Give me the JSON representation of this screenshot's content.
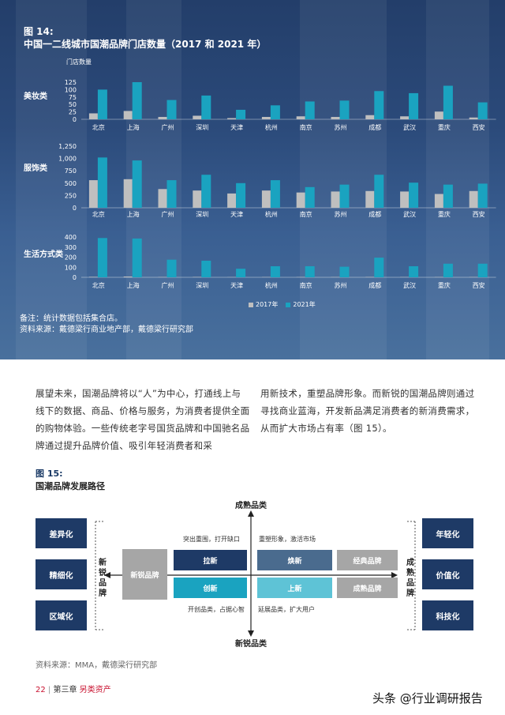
{
  "figure14": {
    "number": "图 14:",
    "title": "中国一二线城市国潮品牌门店数量（2017 和 2021 年）",
    "unit": "门店数量",
    "legend": [
      "2017年",
      "2021年"
    ],
    "note": "备注：统计数据包括集合店。",
    "source": "资料来源：戴德梁行商业地产部，戴德梁行研究部"
  },
  "chart_data": [
    {
      "type": "bar",
      "title": "美妆类",
      "ylabel": "门店数量",
      "ylim": [
        0,
        125
      ],
      "yticks": [
        "0",
        "25",
        "50",
        "75",
        "100",
        "125"
      ],
      "categories": [
        "北京",
        "上海",
        "广州",
        "深圳",
        "天津",
        "杭州",
        "南京",
        "苏州",
        "成都",
        "武汉",
        "重庆",
        "西安"
      ],
      "series": [
        {
          "name": "2017年",
          "values": [
            20,
            28,
            8,
            12,
            4,
            8,
            10,
            8,
            14,
            10,
            26,
            6
          ]
        },
        {
          "name": "2021年",
          "values": [
            100,
            125,
            65,
            80,
            32,
            47,
            60,
            63,
            95,
            88,
            113,
            57
          ]
        }
      ]
    },
    {
      "type": "bar",
      "title": "服饰类",
      "ylim": [
        0,
        1250
      ],
      "yticks": [
        "0",
        "250",
        "500",
        "750",
        "1,000",
        "1,250"
      ],
      "categories": [
        "北京",
        "上海",
        "广州",
        "深圳",
        "天津",
        "杭州",
        "南京",
        "苏州",
        "成都",
        "武汉",
        "重庆",
        "西安"
      ],
      "series": [
        {
          "name": "2017年",
          "values": [
            560,
            580,
            380,
            350,
            290,
            350,
            310,
            330,
            340,
            330,
            280,
            340
          ]
        },
        {
          "name": "2021年",
          "values": [
            1020,
            960,
            560,
            670,
            500,
            560,
            420,
            470,
            670,
            510,
            470,
            490
          ]
        }
      ]
    },
    {
      "type": "bar",
      "title": "生活方式类",
      "ylim": [
        0,
        400
      ],
      "yticks": [
        "0",
        "100",
        "200",
        "300",
        "400"
      ],
      "categories": [
        "北京",
        "上海",
        "广州",
        "深圳",
        "天津",
        "杭州",
        "南京",
        "苏州",
        "成都",
        "武汉",
        "重庆",
        "西安"
      ],
      "series": [
        {
          "name": "2017年",
          "values": [
            5,
            8,
            3,
            4,
            2,
            3,
            3,
            3,
            4,
            3,
            3,
            3
          ]
        },
        {
          "name": "2021年",
          "values": [
            390,
            385,
            175,
            165,
            85,
            110,
            110,
            105,
            195,
            110,
            135,
            135
          ]
        }
      ]
    }
  ],
  "body_text": {
    "col1": "展望未来，国潮品牌将以“人”为中心，打通线上与线下的数据、商品、价格与服务，为消费者提供全面的购物体验。一些传统老字号国货品牌和中国驰名品牌通过提升品牌价值、吸引年轻消费者和采",
    "col2": "用新技术，重塑品牌形象。而新锐的国潮品牌则通过寻找商业蓝海，开发新品满足消费者的新消费需求，从而扩大市场占有率（图 15）。"
  },
  "figure15": {
    "number": "图 15:",
    "title": "国潮品牌发展路径",
    "top_label": "成熟品类",
    "bottom_label": "新锐品类",
    "left_vertical": "新锐品牌",
    "right_vertical": "成熟品牌",
    "left_boxes": [
      "差异化",
      "精细化",
      "区域化"
    ],
    "right_boxes": [
      "年轻化",
      "价值化",
      "科技化"
    ],
    "center_left": "新锐品牌",
    "center_right": "经典品牌",
    "center_right_bottom": "成熟品牌",
    "q_top_left": "拉新",
    "q_top_right": "焕新",
    "q_bottom_left": "创新",
    "q_bottom_right": "上新",
    "cap_top_left": "突出重围，打开缺口",
    "cap_top_right": "重塑形象，激活市场",
    "cap_bottom_left": "开创品类，占据心智",
    "cap_bottom_right": "延展品类，扩大用户",
    "source": "资料来源：MMA，戴德梁行研究部",
    "colors": {
      "navy": "#1e3a66",
      "teal": "#1aa3c0",
      "slate": "#4a6b8e",
      "lightblue": "#5ec3d6",
      "gray": "#a6a6a6"
    }
  },
  "footer": {
    "page": "22",
    "chapter": "第三章",
    "section": "另类资产"
  },
  "watermark": "头条 @行业调研报告"
}
